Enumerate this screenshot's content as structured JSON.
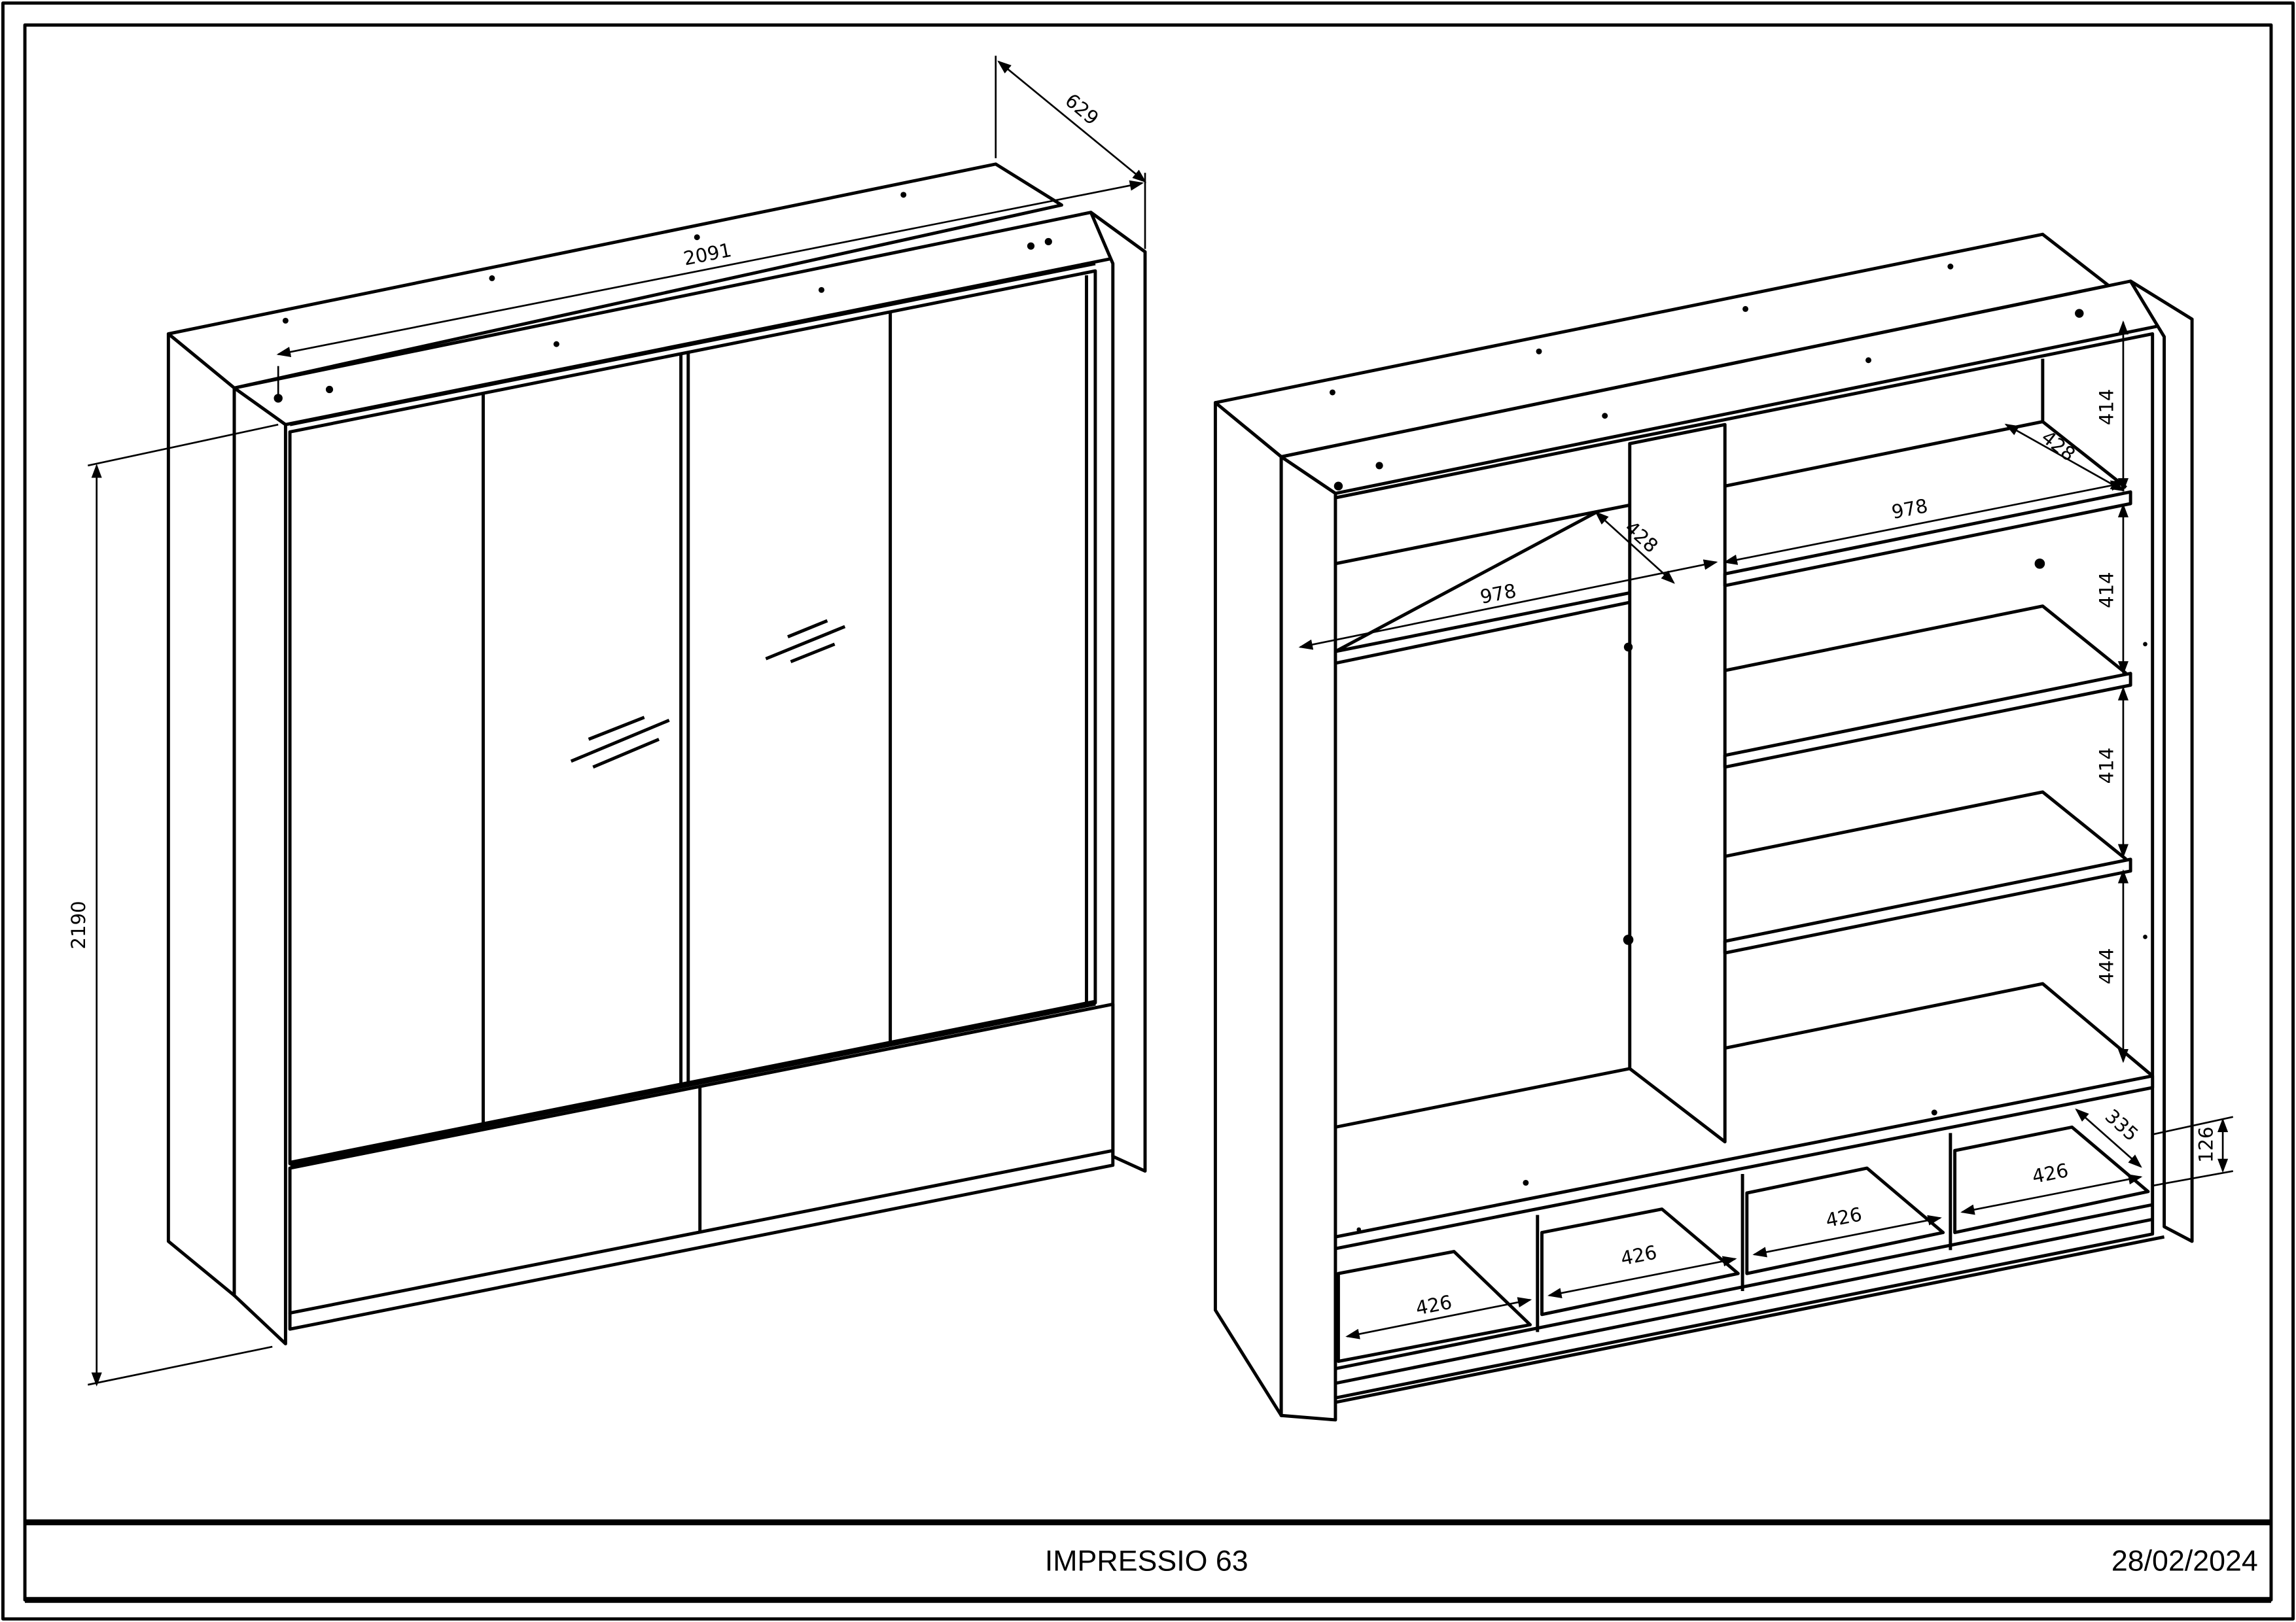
{
  "title_block": {
    "model_name": "IMPRESSIO 63",
    "date": "28/02/2024"
  },
  "closed_view": {
    "dimensions": {
      "width": "2091",
      "depth": "629",
      "height": "2190"
    }
  },
  "open_view": {
    "dimensions": {
      "shelf_width_left": "978",
      "shelf_depth_left": "428",
      "shelf_width_right": "978",
      "shelf_depth_right": "428",
      "shelf_gaps": [
        "414",
        "414",
        "414",
        "444"
      ],
      "drawer_widths": [
        "426",
        "426",
        "426",
        "426"
      ],
      "drawer_depth": "335",
      "drawer_height": "126"
    }
  }
}
